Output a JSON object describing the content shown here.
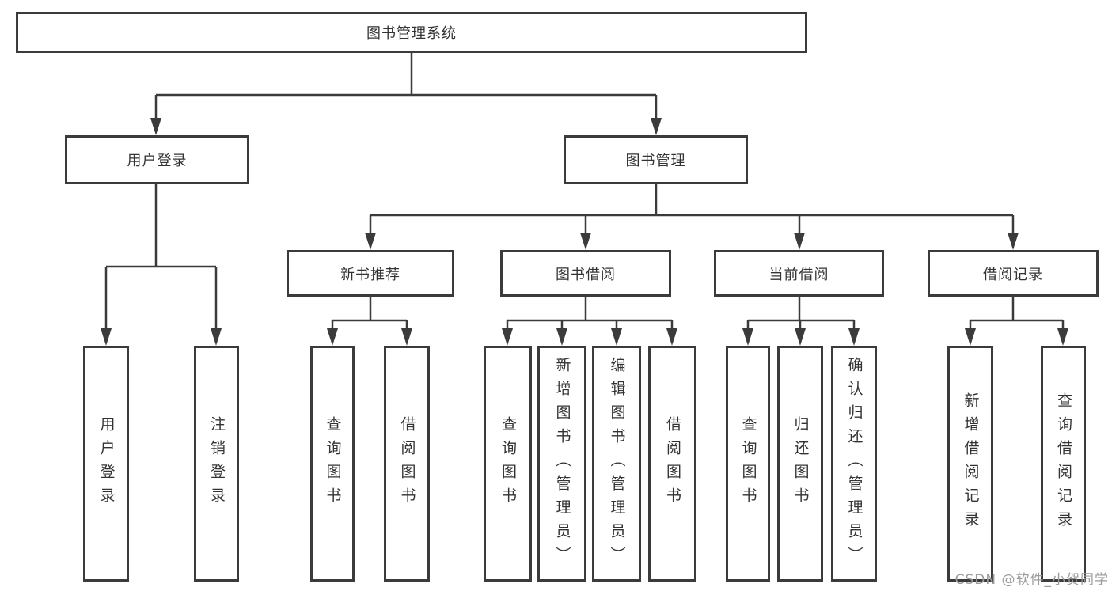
{
  "tree": {
    "label": "图书管理系统",
    "children": [
      {
        "label": "用户登录",
        "children": [
          {
            "label": "用户登录"
          },
          {
            "label": "注销登录"
          }
        ]
      },
      {
        "label": "图书管理",
        "children": [
          {
            "label": "新书推荐",
            "children": [
              {
                "label": "查询图书"
              },
              {
                "label": "借阅图书"
              }
            ]
          },
          {
            "label": "图书借阅",
            "children": [
              {
                "label": "查询图书"
              },
              {
                "label": "新增图书（管理员）"
              },
              {
                "label": "编辑图书（管理员）"
              },
              {
                "label": "借阅图书"
              }
            ]
          },
          {
            "label": "当前借阅",
            "children": [
              {
                "label": "查询图书"
              },
              {
                "label": "归还图书"
              },
              {
                "label": "确认归还（管理员）"
              }
            ]
          },
          {
            "label": "借阅记录",
            "children": [
              {
                "label": "新增借阅记录"
              },
              {
                "label": "查询借阅记录"
              }
            ]
          }
        ]
      }
    ]
  },
  "watermark": {
    "text": "CSDN @软件_小贺同学"
  },
  "colors": {
    "line": "#3b3b3b",
    "text": "#333333",
    "watermark": "#9b9b9b",
    "background": "#ffffff"
  }
}
